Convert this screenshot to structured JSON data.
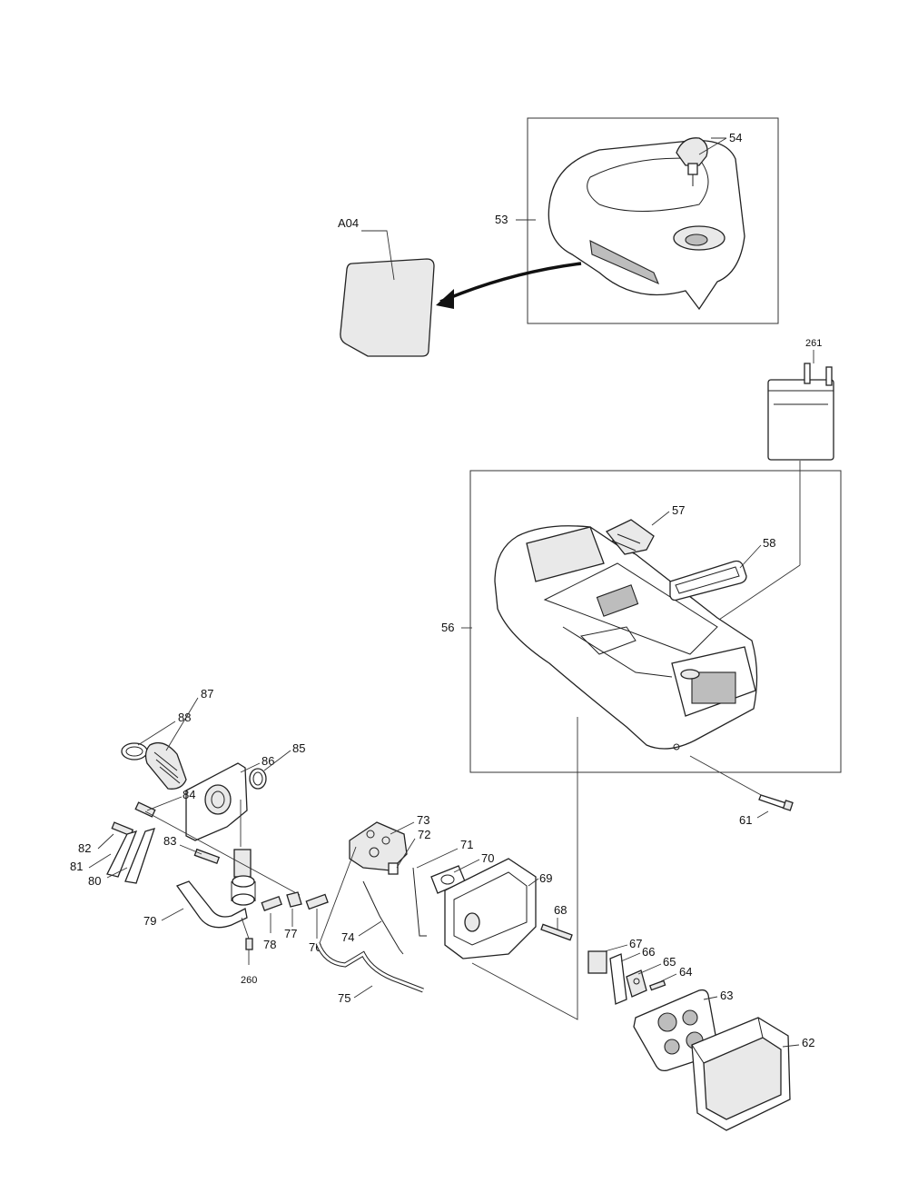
{
  "colors": {
    "line": "#222222",
    "background": "#ffffff",
    "shade": "#bdbdbd"
  },
  "labels": {
    "p54": "54",
    "p53": "53",
    "pA04": "A04",
    "p261": "261",
    "p57": "57",
    "p58": "58",
    "p56": "56",
    "p61": "61",
    "p88": "88",
    "p87": "87",
    "p86": "86",
    "p85": "85",
    "p84": "84",
    "p82": "82",
    "p83": "83",
    "p81": "81",
    "p80": "80",
    "p79": "79",
    "p78": "78",
    "p77": "77",
    "p76": "76",
    "p260": "260",
    "p73": "73",
    "p72": "72",
    "p71": "71",
    "p70": "70",
    "p69": "69",
    "p68": "68",
    "p74": "74",
    "p75": "75",
    "p67": "67",
    "p66": "66",
    "p65": "65",
    "p64": "64",
    "p63": "63",
    "p62": "62"
  }
}
